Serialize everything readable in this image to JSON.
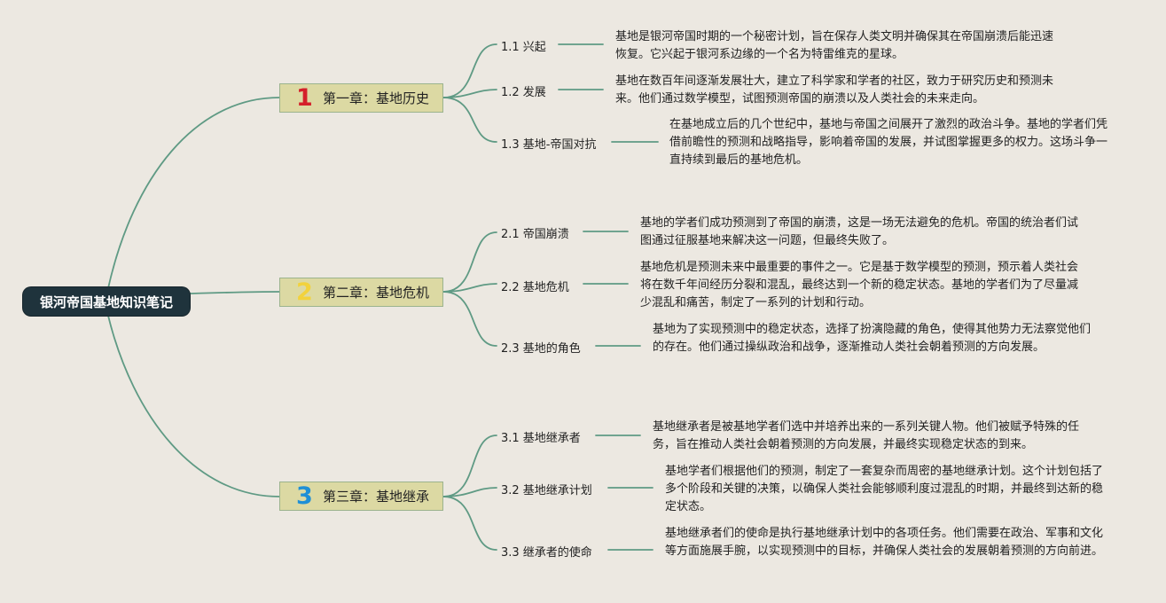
{
  "colors": {
    "background": "#ece8e1",
    "line": "#5f9a84",
    "root_bg": "#1f333c",
    "chapter_bg": "#dcd9a3",
    "num1": "#d4202a",
    "num2": "#f2d23c",
    "num3": "#1f8fd6"
  },
  "root": {
    "title": "银河帝国基地知识笔记"
  },
  "chapters": [
    {
      "num": "1",
      "title": "第一章：基地历史",
      "sections": [
        {
          "label": "1.1 兴起",
          "desc": "基地是银河帝国时期的一个秘密计划，旨在保存人类文明并确保其在帝国崩溃后能迅速恢复。它兴起于银河系边缘的一个名为特雷维克的星球。"
        },
        {
          "label": "1.2 发展",
          "desc": "基地在数百年间逐渐发展壮大，建立了科学家和学者的社区，致力于研究历史和预测未来。他们通过数学模型，试图预测帝国的崩溃以及人类社会的未来走向。"
        },
        {
          "label": "1.3 基地-帝国对抗",
          "desc": "在基地成立后的几个世纪中，基地与帝国之间展开了激烈的政治斗争。基地的学者们凭借前瞻性的预测和战略指导，影响着帝国的发展，并试图掌握更多的权力。这场斗争一直持续到最后的基地危机。"
        }
      ]
    },
    {
      "num": "2",
      "title": "第二章：基地危机",
      "sections": [
        {
          "label": "2.1 帝国崩溃",
          "desc": "基地的学者们成功预测到了帝国的崩溃，这是一场无法避免的危机。帝国的统治者们试图通过征服基地来解决这一问题，但最终失败了。"
        },
        {
          "label": "2.2 基地危机",
          "desc": "基地危机是预测未来中最重要的事件之一。它是基于数学模型的预测，预示着人类社会将在数千年间经历分裂和混乱，最终达到一个新的稳定状态。基地的学者们为了尽量减少混乱和痛苦，制定了一系列的计划和行动。"
        },
        {
          "label": "2.3 基地的角色",
          "desc": "基地为了实现预测中的稳定状态，选择了扮演隐藏的角色，使得其他势力无法察觉他们的存在。他们通过操纵政治和战争，逐渐推动人类社会朝着预测的方向发展。"
        }
      ]
    },
    {
      "num": "3",
      "title": "第三章：基地继承",
      "sections": [
        {
          "label": "3.1 基地继承者",
          "desc": "基地继承者是被基地学者们选中并培养出来的一系列关键人物。他们被赋予特殊的任务，旨在推动人类社会朝着预测的方向发展，并最终实现稳定状态的到来。"
        },
        {
          "label": "3.2 基地继承计划",
          "desc": "基地学者们根据他们的预测，制定了一套复杂而周密的基地继承计划。这个计划包括了多个阶段和关键的决策，以确保人类社会能够顺利度过混乱的时期，并最终到达新的稳定状态。"
        },
        {
          "label": "3.3 继承者的使命",
          "desc": "基地继承者们的使命是执行基地继承计划中的各项任务。他们需要在政治、军事和文化等方面施展手腕，以实现预测中的目标，并确保人类社会的发展朝着预测的方向前进。"
        }
      ]
    }
  ]
}
